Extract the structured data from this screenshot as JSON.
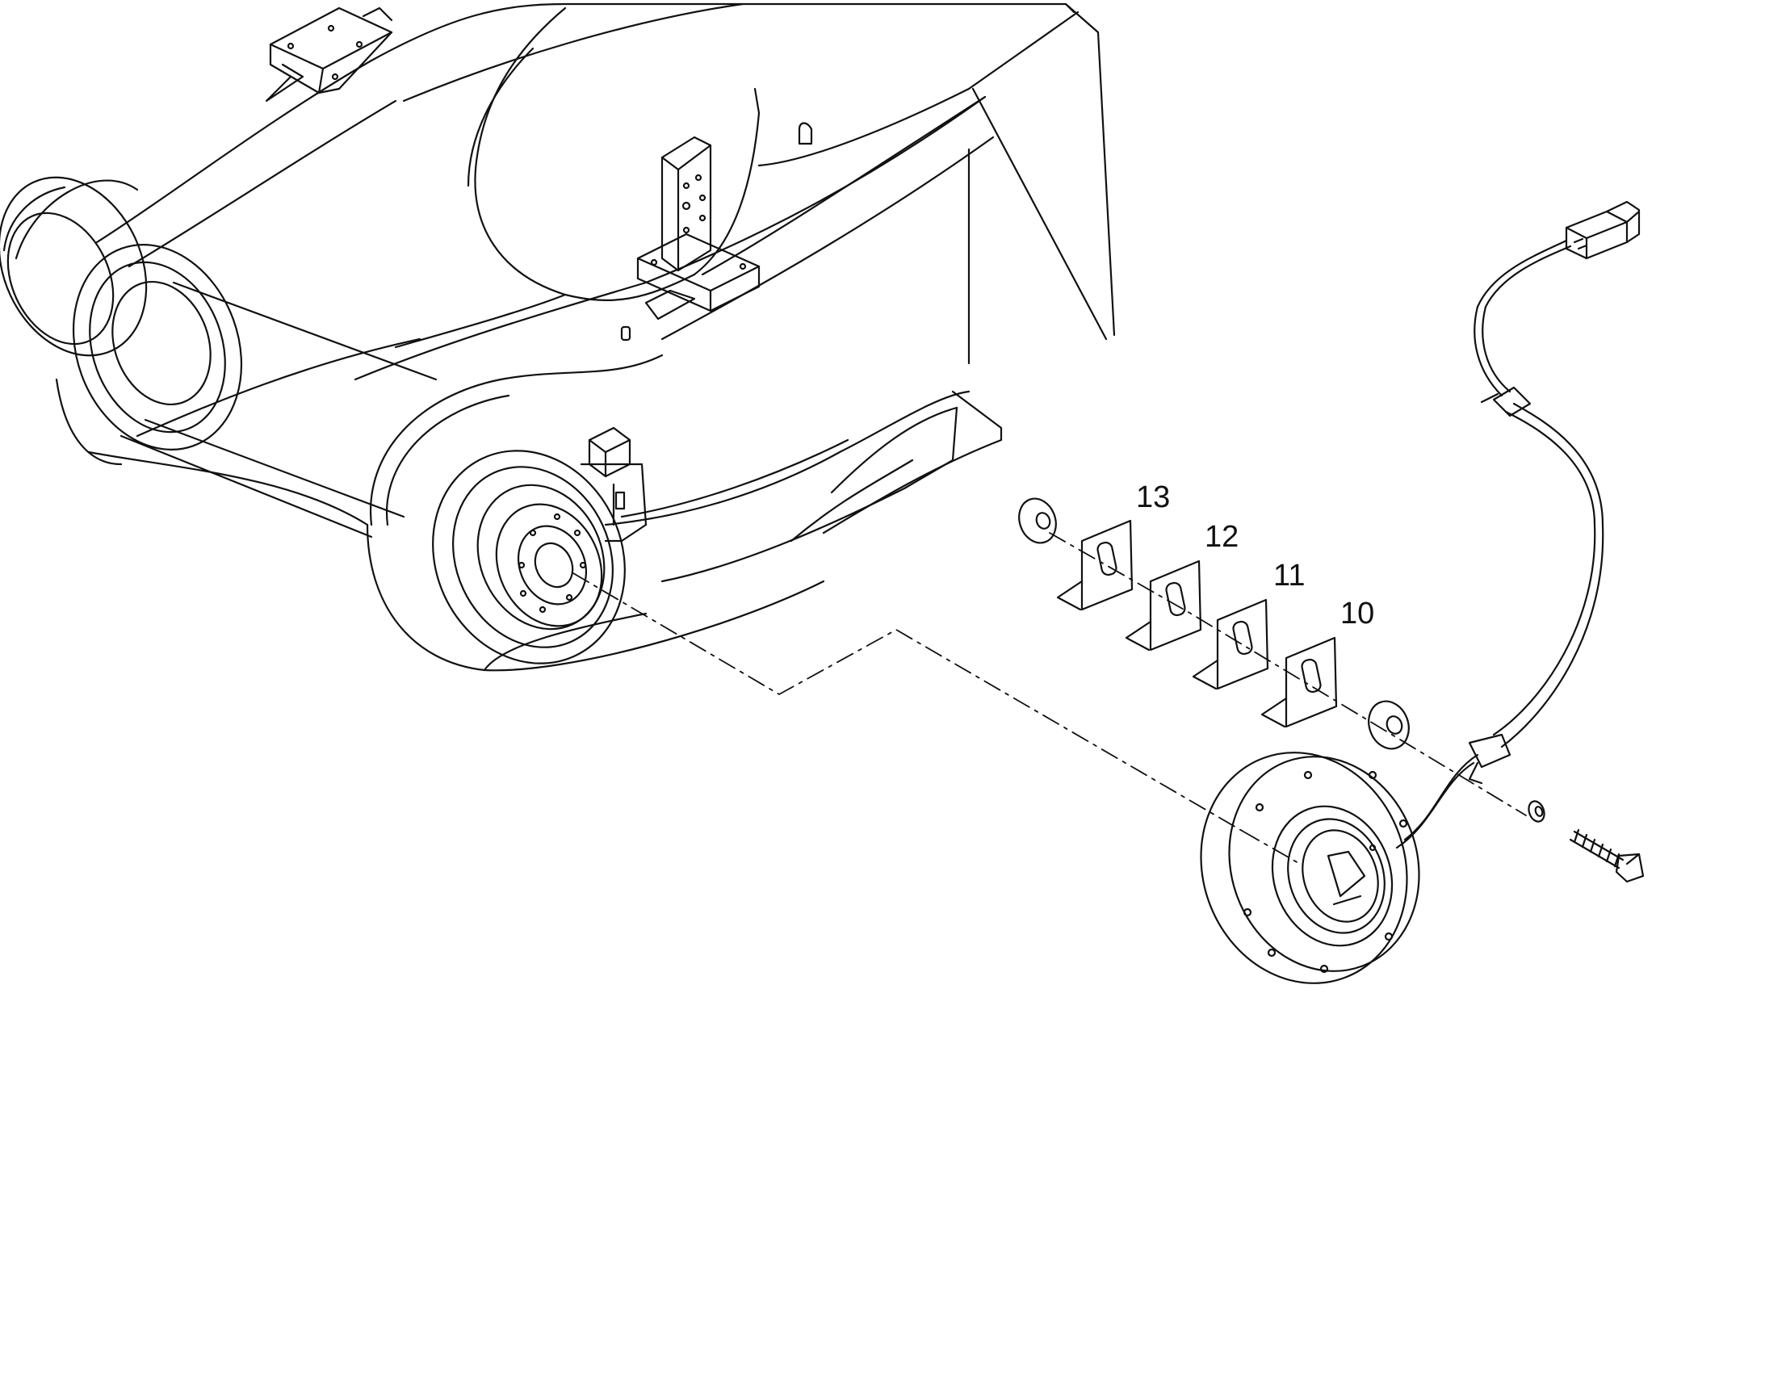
{
  "diagram": {
    "type": "exploded-parts-view",
    "line_color": "#111111",
    "background": "#ffffff",
    "callouts": [
      {
        "id": "13",
        "label": "13"
      },
      {
        "id": "12",
        "label": "12"
      },
      {
        "id": "11",
        "label": "11"
      },
      {
        "id": "10",
        "label": "10"
      }
    ]
  }
}
